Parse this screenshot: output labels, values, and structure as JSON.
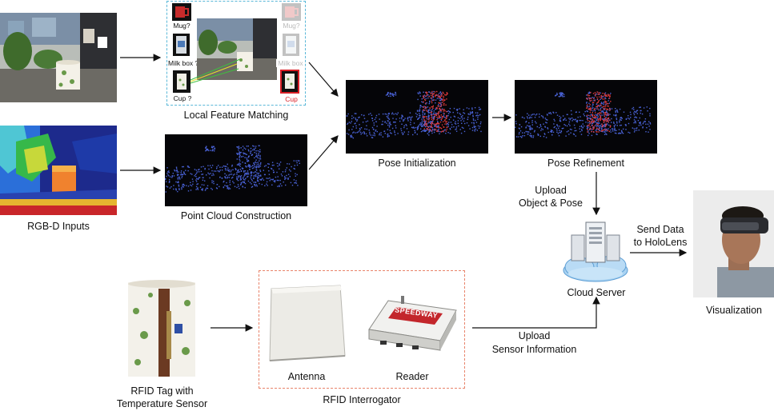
{
  "labels": {
    "rgbd_inputs": "RGB-D Inputs",
    "local_feature_matching": "Local Feature Matching",
    "point_cloud_construction": "Point Cloud Construction",
    "pose_initialization": "Pose Initialization",
    "pose_refinement": "Pose Refinement",
    "upload_object_pose_1": "Upload",
    "upload_object_pose_2": "Object & Pose",
    "send_data_1": "Send Data",
    "send_data_2": "to HoloLens",
    "cloud_server": "Cloud Server",
    "visualization": "Visualization",
    "rfid_tag_1": "RFID Tag with",
    "rfid_tag_2": "Temperature Sensor",
    "antenna": "Antenna",
    "reader": "Reader",
    "rfid_interrogator": "RFID Interrogator",
    "upload_sensor_1": "Upload",
    "upload_sensor_2": "Sensor Information"
  },
  "candidates_left": [
    "Mug?",
    "Milk box ?",
    "Cup ?"
  ],
  "candidates_right": [
    "Mug?",
    "Milk box",
    "Cup"
  ],
  "reader_brand": "SPEEDWAY",
  "colors": {
    "dashed_border_feature": "#5bb8d8",
    "dashed_border_rfid": "#e8836a",
    "highlight_red": "#d91f26",
    "point_cloud_blue": "#4a63d8",
    "point_cloud_red": "#e03a3a",
    "cloud_blue": "#8fc3ea"
  }
}
